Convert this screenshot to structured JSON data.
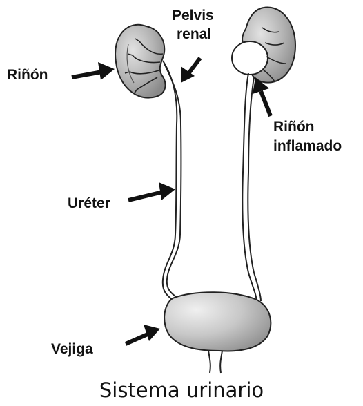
{
  "labels": {
    "kidney": "Riñón",
    "renal_pelvis_line1": "Pelvis",
    "renal_pelvis_line2": "renal",
    "inflamed_kidney_line1": "Riñón",
    "inflamed_kidney_line2": "inflamado",
    "ureter": "Uréter",
    "bladder": "Vejiga"
  },
  "title": "Sistema urinario",
  "colors": {
    "organ_fill": "#9a9a9a",
    "outline": "#222222",
    "arrow": "#111111",
    "background": "#ffffff"
  }
}
